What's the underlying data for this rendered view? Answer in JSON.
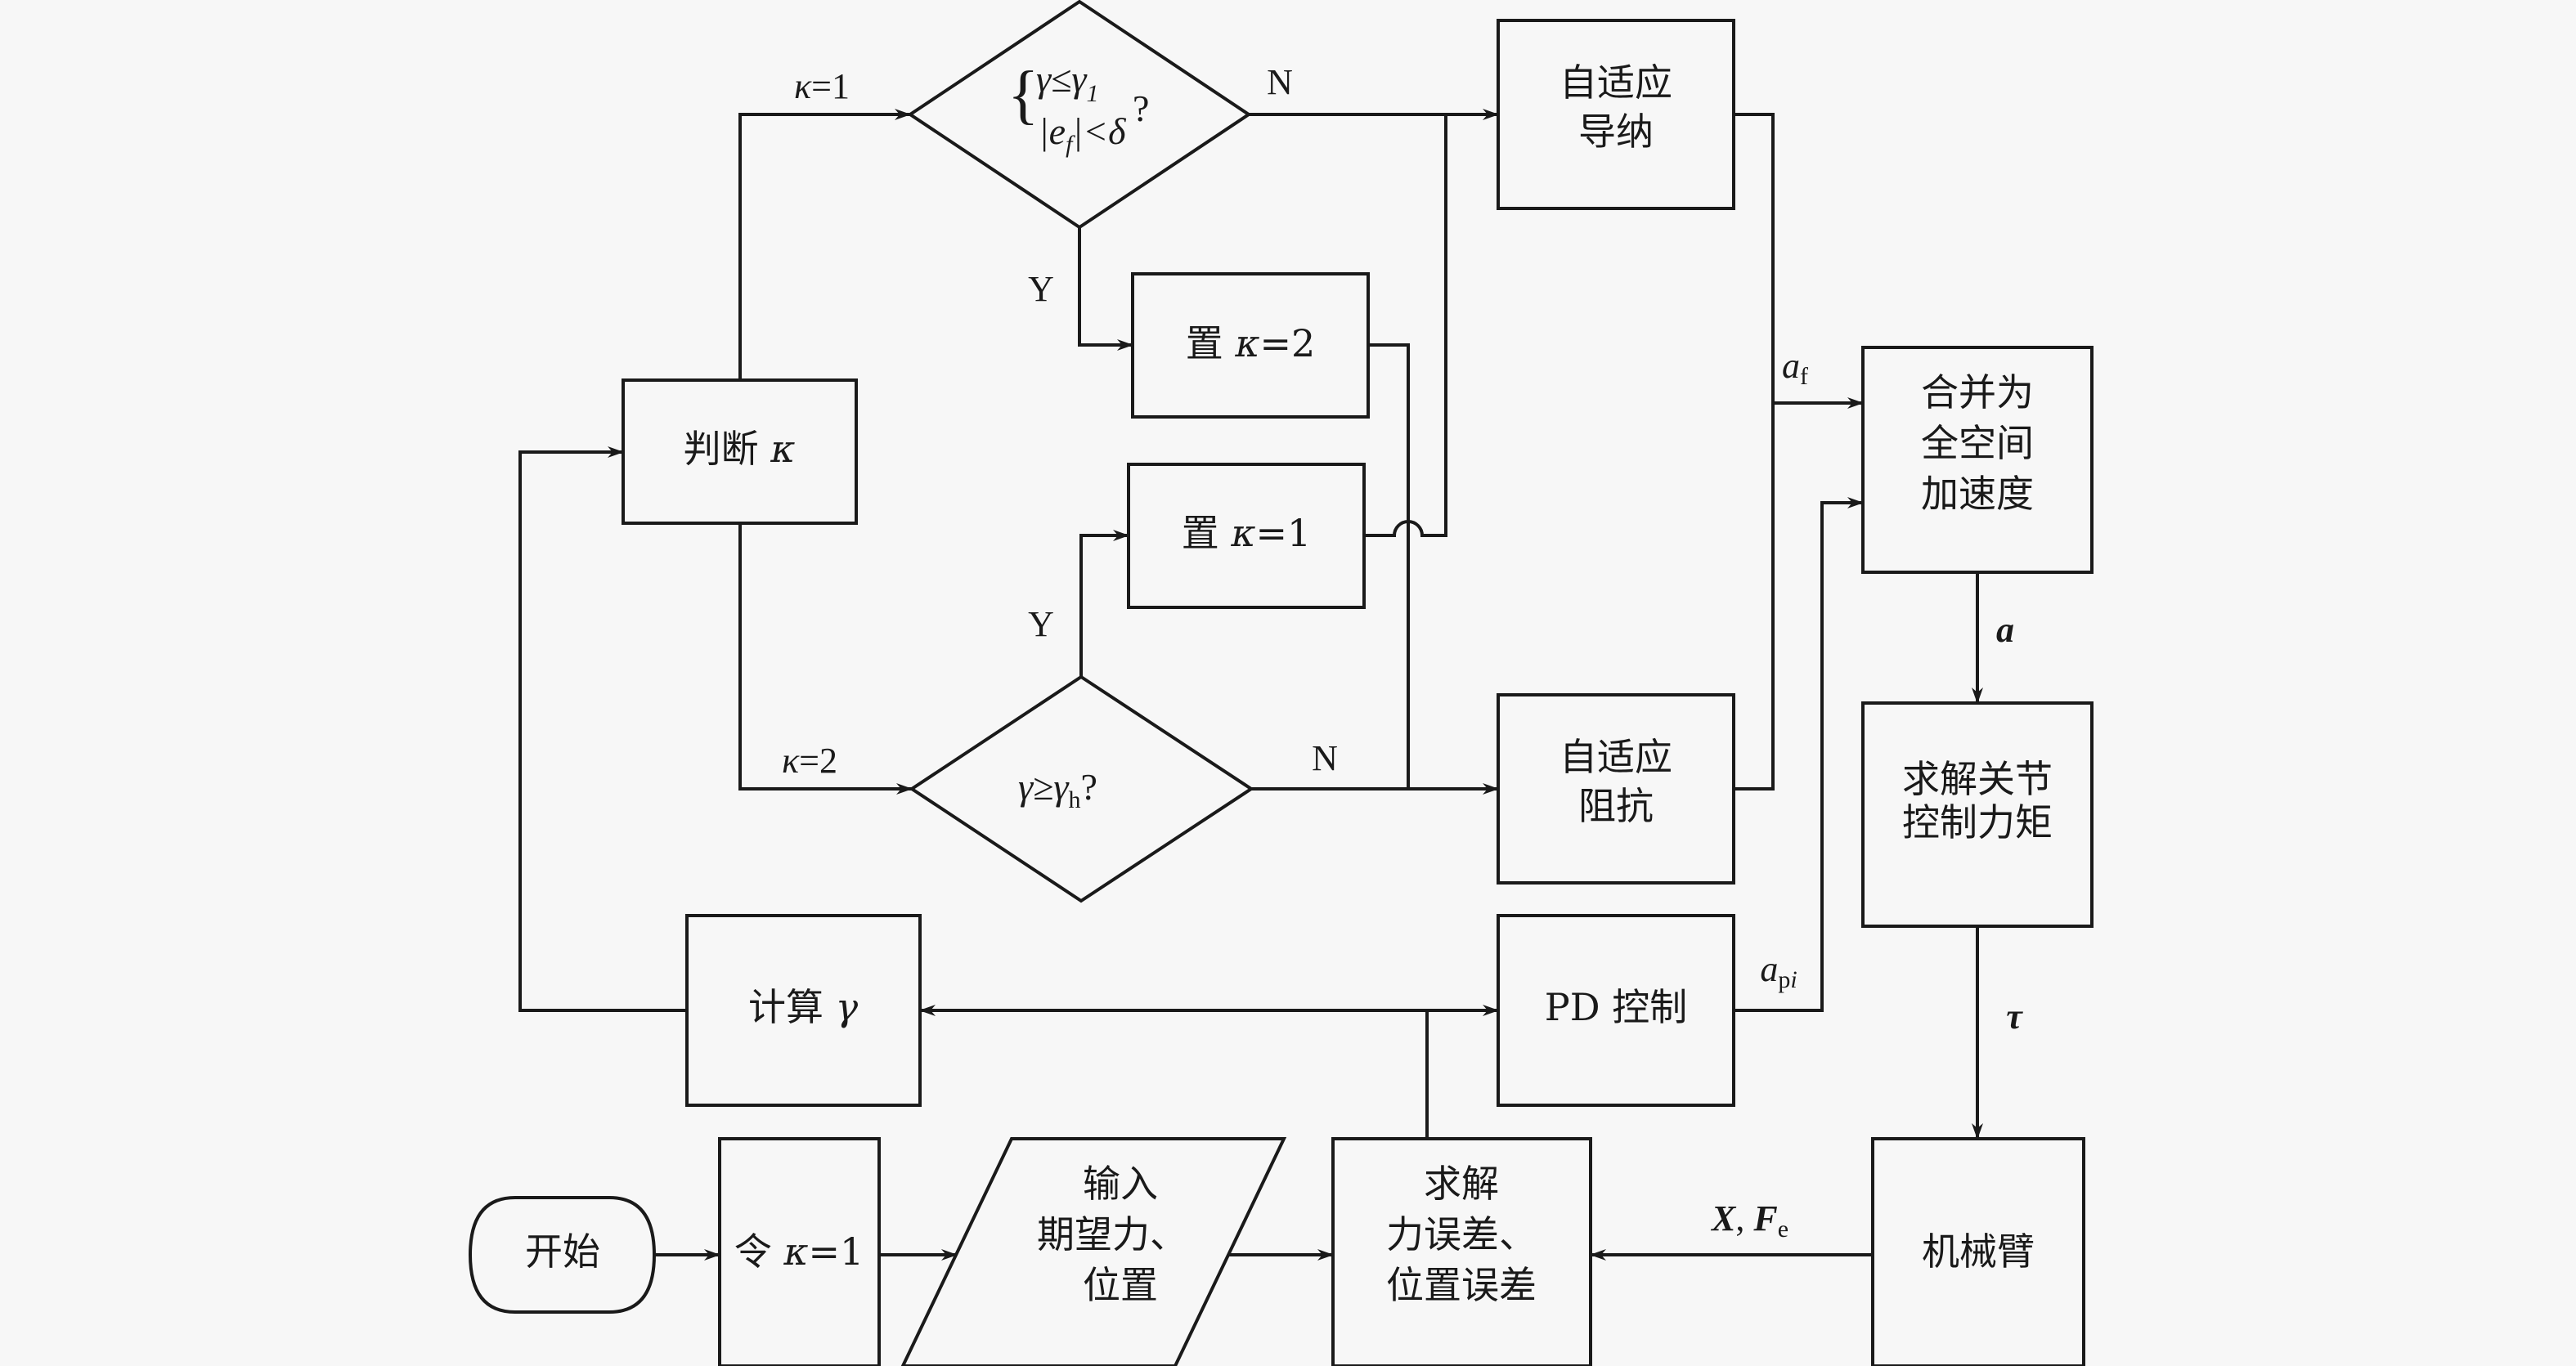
{
  "diagram": {
    "nodes": {
      "start": "开始",
      "init_kappa": {
        "prefix": "令 ",
        "var": "κ",
        "suffix": "=1"
      },
      "input": [
        "输入",
        "期望力、",
        "位置"
      ],
      "solve_error": [
        "求解",
        "力误差、",
        "位置误差"
      ],
      "robot_arm": "机械臂",
      "calc_gamma": {
        "prefix": "计算 ",
        "var": "γ"
      },
      "pd_control": "PD 控制",
      "judge_kappa": {
        "prefix": "判断 ",
        "var": "κ"
      },
      "decision_top": {
        "line1": "γ≤γ",
        "line1_sub": "1",
        "line2_pre": "|e",
        "line2_sub": "f",
        "line2_post": "|<δ",
        "q": "?"
      },
      "decision_bottom": {
        "text": "γ≥γ",
        "sub": "h",
        "q": "?"
      },
      "set_kappa_2": {
        "prefix": "置 ",
        "var": "κ",
        "suffix": "=2"
      },
      "set_kappa_1": {
        "prefix": "置 ",
        "var": "κ",
        "suffix": "=1"
      },
      "adaptive_admittance": [
        "自适应",
        "导纳"
      ],
      "adaptive_impedance": [
        "自适应",
        "阻抗"
      ],
      "merge_accel": [
        "合并为",
        "全空间",
        "加速度"
      ],
      "solve_torque": [
        "求解关节",
        "控制力矩"
      ]
    },
    "edge_labels": {
      "kappa1": {
        "var": "κ",
        "text": "=1"
      },
      "kappa2": {
        "var": "κ",
        "text": "=2"
      },
      "top_N": "N",
      "top_Y": "Y",
      "bottom_N": "N",
      "bottom_Y": "Y",
      "a_f": {
        "var": "a",
        "sub": "f"
      },
      "a_pi": {
        "var": "a",
        "sub": "p",
        "sub_it": "i"
      },
      "a": "a",
      "tau": "τ",
      "X_Fe": {
        "X": "X",
        "sep": ", ",
        "F": "F",
        "sub": "e"
      }
    }
  }
}
